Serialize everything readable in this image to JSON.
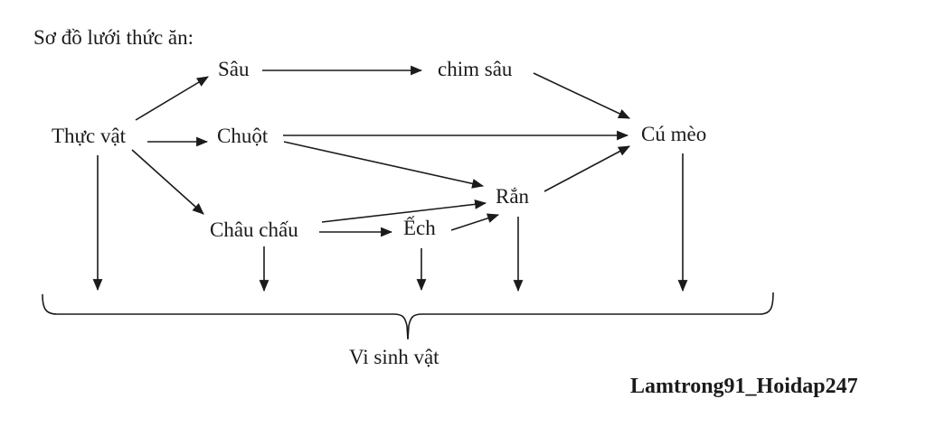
{
  "title": "Sơ đồ lưới thức ăn:",
  "watermark": "Lamtrong91_Hoidap247",
  "colors": {
    "ink": "#1b1b1b",
    "background": "#ffffff"
  },
  "nodes": {
    "thuc_vat": "Thực vật",
    "sau": "Sâu",
    "chim_sau": "chim sâu",
    "chuot": "Chuột",
    "chau_chau": "Châu chấu",
    "ech": "Ếch",
    "ran": "Rắn",
    "cu_meo": "Cú mèo",
    "vi_sinh_vat": "Vi sinh vật"
  },
  "edges": [
    {
      "from": "Thực vật",
      "to": "Sâu"
    },
    {
      "from": "Thực vật",
      "to": "Chuột"
    },
    {
      "from": "Thực vật",
      "to": "Châu chấu"
    },
    {
      "from": "Thực vật",
      "to": "Vi sinh vật"
    },
    {
      "from": "Sâu",
      "to": "chim sâu"
    },
    {
      "from": "chim sâu",
      "to": "Cú mèo"
    },
    {
      "from": "Chuột",
      "to": "Cú mèo"
    },
    {
      "from": "Chuột",
      "to": "Rắn"
    },
    {
      "from": "Châu chấu",
      "to": "Ếch"
    },
    {
      "from": "Châu chấu",
      "to": "Rắn"
    },
    {
      "from": "Ếch",
      "to": "Rắn"
    },
    {
      "from": "Rắn",
      "to": "Cú mèo"
    },
    {
      "from": "Châu chấu",
      "to": "Vi sinh vật"
    },
    {
      "from": "Ếch",
      "to": "Vi sinh vật"
    },
    {
      "from": "Rắn",
      "to": "Vi sinh vật"
    },
    {
      "from": "Cú mèo",
      "to": "Vi sinh vật"
    }
  ]
}
